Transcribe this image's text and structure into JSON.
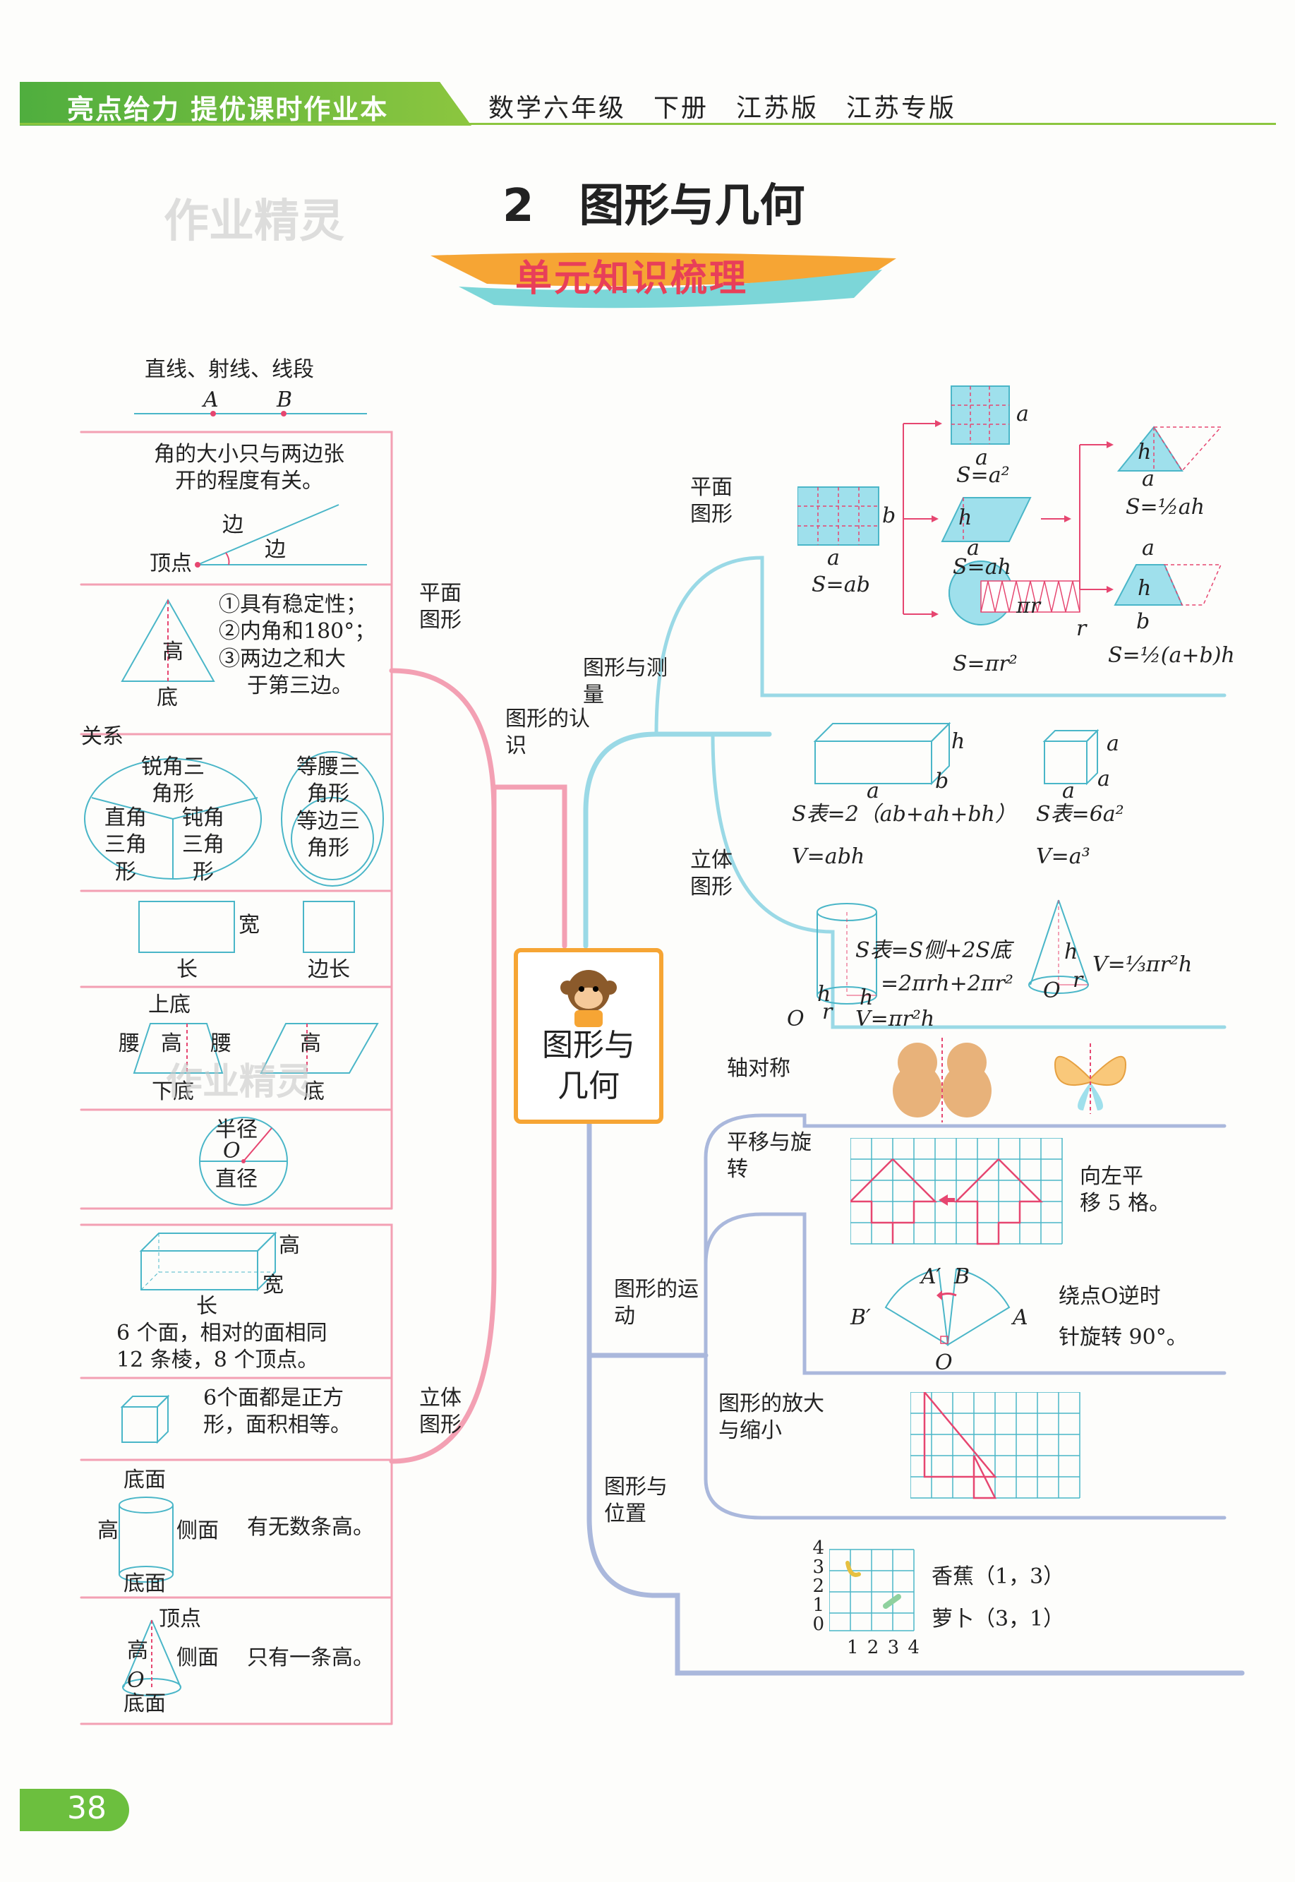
{
  "header": {
    "title": "亮点给力 提优课时作业本",
    "subtitle": "数学六年级　下册　江苏版　江苏专版"
  },
  "chapter": {
    "title": "2　图形与几何",
    "banner": "单元知识梳理"
  },
  "watermark": "作业精灵",
  "center_node": {
    "line1": "图形与",
    "line2": "几何"
  },
  "branches": {
    "recognition": "图形的认识",
    "measurement": "图形与测量",
    "motion": "图形的运动",
    "position": "图形与位置",
    "plane_left": "平面图形",
    "solid_left": "立体图形",
    "plane_right": "平面图形",
    "solid_right": "立体图形"
  },
  "left": {
    "lines": {
      "title": "直线、射线、线段",
      "a": "A",
      "b": "B"
    },
    "angle": {
      "desc1": "角的大小只与两边张",
      "desc2": "开的程度有关。",
      "side1": "边",
      "side2": "边",
      "vertex": "顶点"
    },
    "triangle": {
      "p1": "①具有稳定性；",
      "p2": "②内角和180°；",
      "p3": "③两边之和大",
      "p4": "于第三边。",
      "height": "高",
      "base": "底"
    },
    "relation": {
      "title": "关系",
      "acute": "锐角三角形",
      "right": "直角三角形",
      "obtuse": "钝角三角形",
      "isosceles": "等腰三角形",
      "equilateral": "等边三角形"
    },
    "rect": {
      "width": "宽",
      "length": "长",
      "side": "边长"
    },
    "trap": {
      "top": "上底",
      "leg1": "腰",
      "height": "高",
      "leg2": "腰",
      "base": "下底",
      "ph": "高",
      "pb": "底"
    },
    "circle": {
      "radius": "半径",
      "o": "O",
      "diameter": "直径"
    },
    "cuboid": {
      "h": "高",
      "w": "宽",
      "l": "长",
      "d1": "6 个面，相对的面相同",
      "d2": "12 条棱，8 个顶点。"
    },
    "cube": {
      "d1": "6个面都是正方",
      "d2": "形，面积相等。"
    },
    "cyl": {
      "top": "底面",
      "h": "高",
      "side": "侧面",
      "bottom": "底面",
      "desc": "有无数条高。"
    },
    "cone": {
      "apex": "顶点",
      "h": "高",
      "side": "侧面",
      "o": "O",
      "bottom": "底面",
      "desc": "只有一条高。"
    }
  },
  "plane_formulas": {
    "square": "S=a²",
    "rect": "S=ab",
    "para": "S=ah",
    "circle": "S=πr²",
    "tri": "S=½ah",
    "trap": "S=½(a+b)h",
    "a": "a",
    "b": "b",
    "h": "h",
    "pir": "πr",
    "r": "r"
  },
  "solid_formulas": {
    "cuboid_s": "S表=2（ab+ah+bh）",
    "cuboid_v": "V=abh",
    "cube_s": "S表=6a²",
    "cube_v": "V=a³",
    "cyl_s1": "S表=S侧+2S底",
    "cyl_s2": "=2πrh+2πr²",
    "cyl_v": "V=πr²h",
    "cone_v": "V=⅓πr²h",
    "h": "h",
    "r": "r",
    "o": "O",
    "a": "a",
    "b": "b"
  },
  "motion": {
    "symmetry": "轴对称",
    "translate_rotate": "平移与旋转",
    "shift1": "向左平",
    "shift2": "移 5 格。",
    "rot1": "绕点O逆时",
    "rot2": "针旋转 90°。",
    "rA1": "A′",
    "rB": "B",
    "rB1": "B′",
    "rA": "A",
    "rO": "O",
    "scale": "图形的放大与缩小"
  },
  "position": {
    "banana": "香蕉（1，3）",
    "carrot": "萝卜（3，1）",
    "yticks": [
      "4",
      "3",
      "2",
      "1",
      "0"
    ],
    "xticks": "1 2 3 4"
  },
  "page_number": "38",
  "colors": {
    "accent_pink": "#f3a0b3",
    "teal": "#9ad9e6",
    "blue": "#aab8dc",
    "red_arrow": "#e64670",
    "cyan": "#7fd6e8"
  }
}
